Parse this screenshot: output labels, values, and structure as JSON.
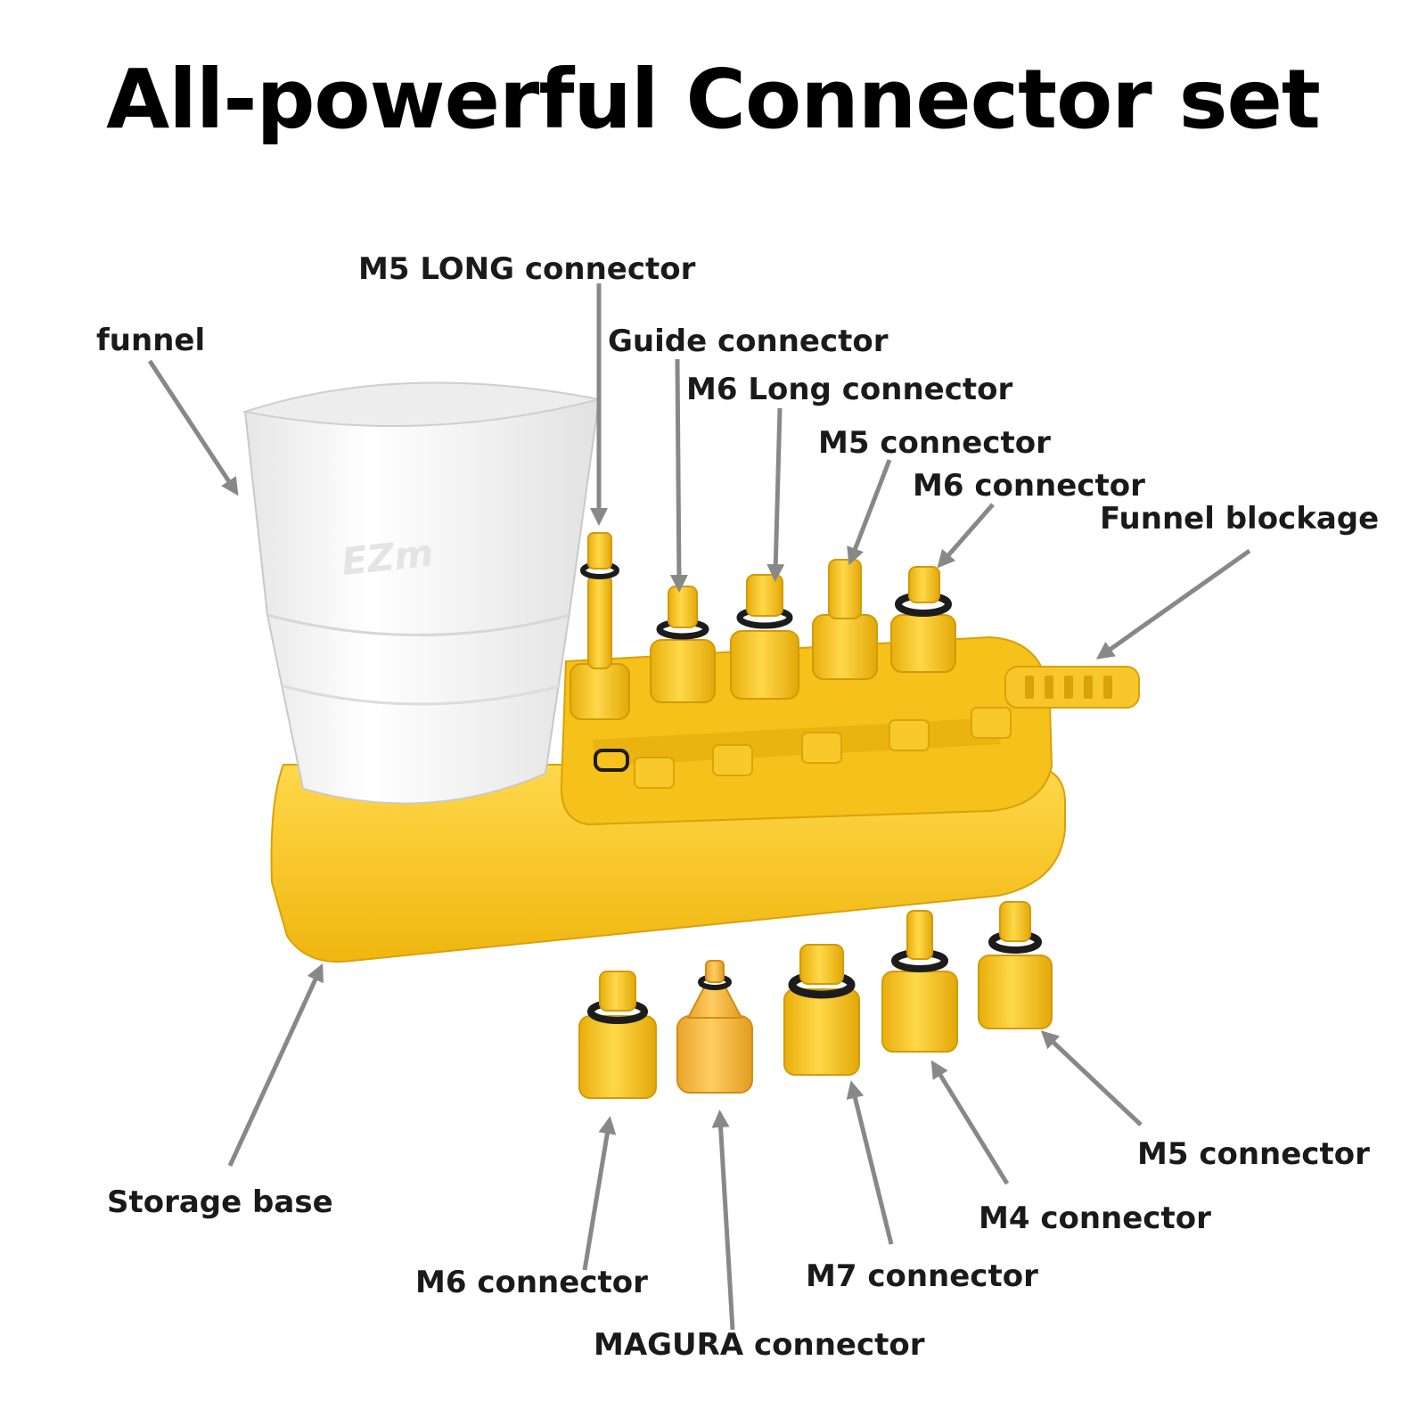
{
  "title": "All-powerful Connector set",
  "funnel_logo": "EZm",
  "labels": {
    "funnel": "funnel",
    "m5_long": "M5 LONG connector",
    "guide": "Guide connector",
    "m6_long": "M6 Long connector",
    "m5_top": "M5 connector",
    "m6_top": "M6 connector",
    "funnel_blockage": "Funnel blockage",
    "storage_base": "Storage base",
    "m6_bottom": "M6 connector",
    "magura": "MAGURA connector",
    "m7": "M7 connector",
    "m4": "M4 connector",
    "m5_bottom": "M5 connector"
  },
  "colors": {
    "connector_yellow": "#f5c518",
    "base_yellow": "#f7c21e",
    "magura_orange": "#f2b53a",
    "funnel_white": "#f4f4f4",
    "oring_black": "#1c1c1c",
    "arrow_gray": "#888888",
    "text": "#1a1a1a"
  }
}
